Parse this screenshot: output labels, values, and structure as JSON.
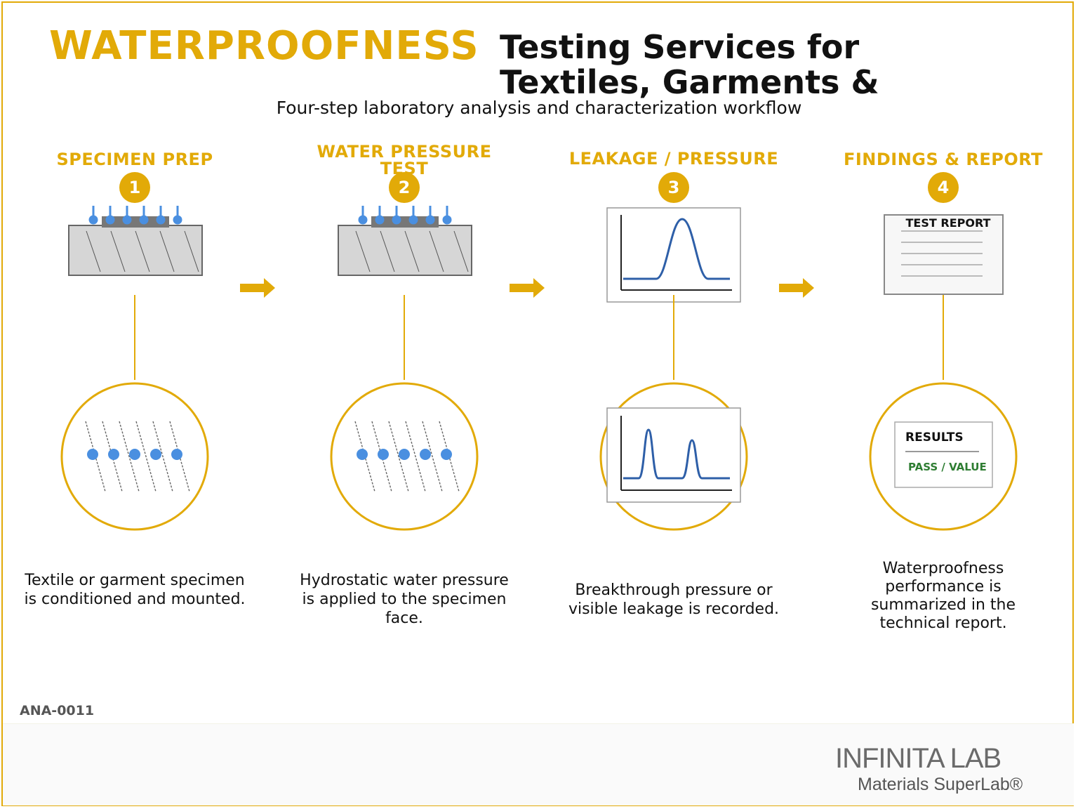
{
  "header": {
    "title_accent": "WATERPROOFNESS",
    "title_main": "Testing Services for Textiles, Garments &",
    "subtitle": "Four-step laboratory analysis and characterization workflow"
  },
  "steps": [
    {
      "number": "1",
      "title": "SPECIMEN PREP",
      "description": "Textile or garment specimen is conditioned and mounted."
    },
    {
      "number": "2",
      "title": "WATER PRESSURE TEST",
      "description": "Hydrostatic water pressure is applied to the specimen face."
    },
    {
      "number": "3",
      "title": "LEAKAGE / PRESSURE",
      "description": "Breakthrough pressure or visible leakage is recorded."
    },
    {
      "number": "4",
      "title": "FINDINGS & REPORT",
      "description": "Waterproofness performance is summarized in the technical report."
    }
  ],
  "report_card": {
    "heading": "TEST REPORT"
  },
  "results_card": {
    "heading": "RESULTS",
    "value": "PASS / VALUE"
  },
  "document_code": "ANA-0011",
  "logo": {
    "name": "INFINITA LAB",
    "tagline": "Materials SuperLab®"
  },
  "colors": {
    "accent": "#e2aa08",
    "chart_line": "#2e5fa8",
    "dot": "#4a8fe0",
    "pass": "#2e7d32"
  }
}
